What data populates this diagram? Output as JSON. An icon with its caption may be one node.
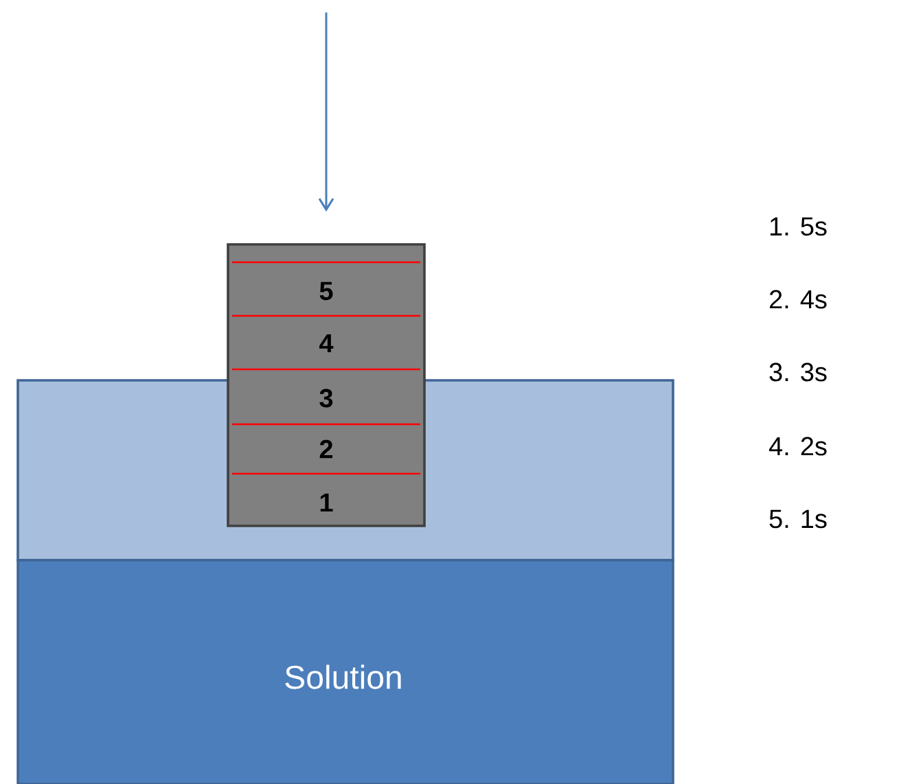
{
  "diagram": {
    "nodes": [
      {
        "text": [],
        "shape": "box"
      },
      {
        "text": [
          "Solution"
        ]
      },
      {
        "text": [
          "5",
          "4",
          "3",
          "2",
          "1"
        ]
      }
    ],
    "edges": [
      {
        "from": null,
        "to": 2,
        "arrow": "to"
      }
    ],
    "labels": [
      "1. 5s",
      "2. 4s",
      "3. 3s",
      "4. 2s",
      "5. 1s"
    ]
  }
}
